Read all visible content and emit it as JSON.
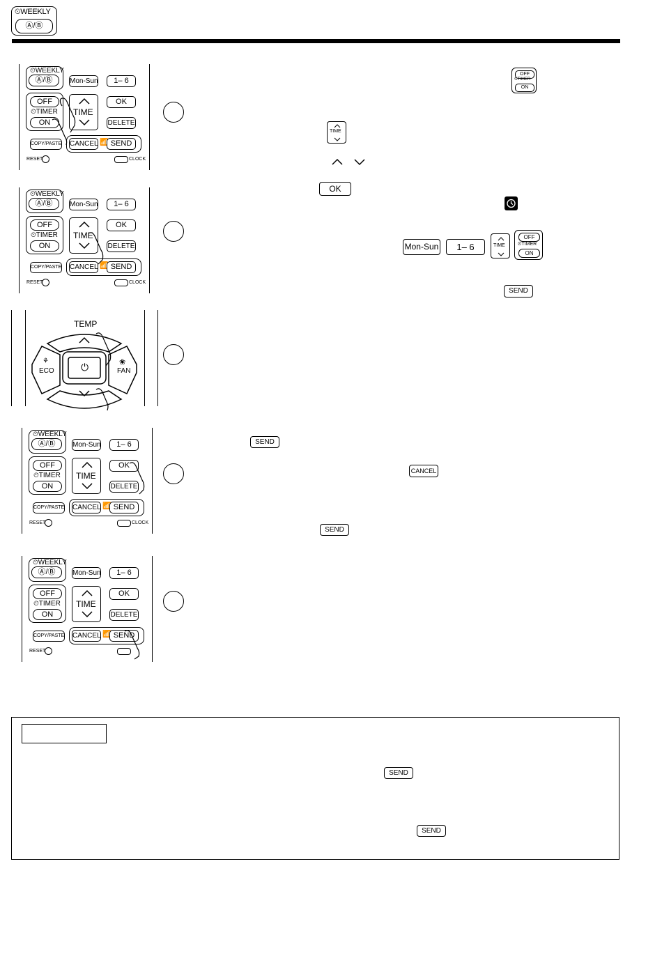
{
  "header": {
    "badge_line1": "⏲WEEKLY",
    "badge_line2": "Ⓐ/Ⓑ"
  },
  "remote": {
    "weekly": "⏲WEEKLY",
    "ab": "Ⓐ/Ⓑ",
    "mon_sun": "Mon-Sun",
    "one_six": "1– 6",
    "off": "OFF",
    "timer": "⏲TIMER",
    "on": "ON",
    "time": "TIME",
    "ok": "OK",
    "delete": "DELETE",
    "copy_paste": "COPY/PASTE",
    "cancel": "CANCEL",
    "send": "SEND",
    "reset": "RESET",
    "clock": "CLOCK"
  },
  "temp_panel": {
    "temp": "TEMP",
    "eco": "ECO",
    "fan": "FAN"
  },
  "keys": {
    "off": "OFF",
    "timer": "⏲TIMER",
    "on": "ON",
    "time": "TIME",
    "ok": "OK",
    "mon_sun": "Mon-Sun",
    "one_six": "1– 6",
    "send": "SEND",
    "cancel": "CANCEL"
  },
  "icons": [
    "up-arrow-icon",
    "down-arrow-icon",
    "clock-icon",
    "hand-pointer-icon",
    "leaf-icon",
    "fan-icon",
    "power-icon",
    "signal-icon"
  ]
}
